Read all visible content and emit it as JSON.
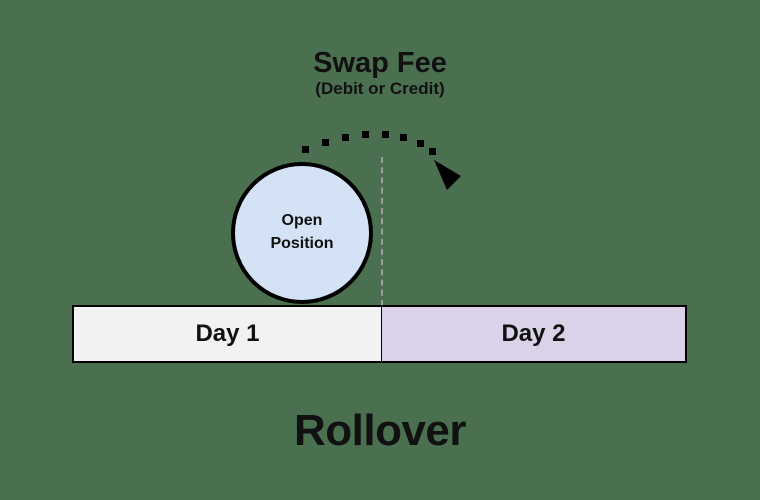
{
  "background_color": "#4a7050",
  "header": {
    "title": "Swap Fee",
    "subtitle": "(Debit or Credit)"
  },
  "circle": {
    "label_line1": "Open",
    "label_line2": "Position",
    "fill_color": "#d3e3f5",
    "border_color": "#000000"
  },
  "arc": {
    "icon_name": "dotted-arc-arrow",
    "dot_color": "#000000",
    "arrow_color": "#000000"
  },
  "divider": {
    "icon_name": "dashed-divider-line",
    "color": "#9e9e9e"
  },
  "timeline": {
    "segments": [
      {
        "label": "Day 1",
        "color": "#f2f2f2"
      },
      {
        "label": "Day 2",
        "color": "#d9d2e9"
      }
    ]
  },
  "caption": {
    "text": "Rollover"
  }
}
